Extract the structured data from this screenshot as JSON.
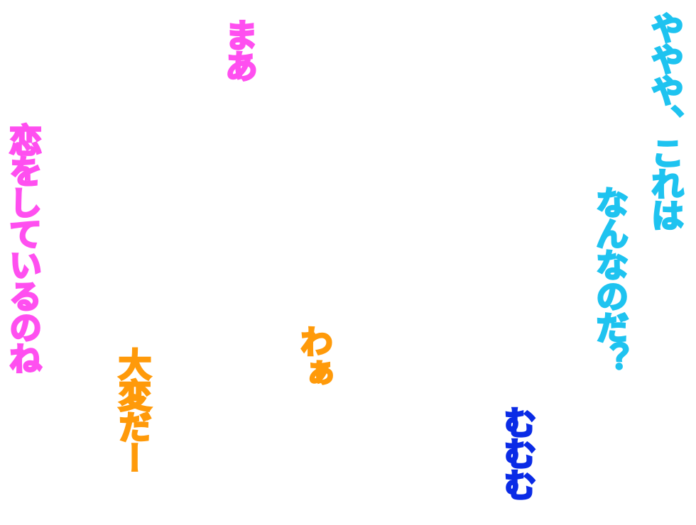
{
  "phrases": {
    "yayaya": {
      "text": "ややや、これは",
      "color": "#1EC3F0"
    },
    "nanna": {
      "text": "なんなのだ？",
      "color": "#1EC3F0"
    },
    "mumumu": {
      "text": "むむむ",
      "color": "#0A2BE6"
    },
    "maa": {
      "text": "まあ",
      "color": "#FF4FF0"
    },
    "koi": {
      "text": "恋をしているのね",
      "color": "#FF4FF0"
    },
    "waa": {
      "text": "わぁ",
      "color": "#FF9A0A"
    },
    "taihen": {
      "text": "大変だー",
      "color": "#FF9A0A"
    }
  }
}
